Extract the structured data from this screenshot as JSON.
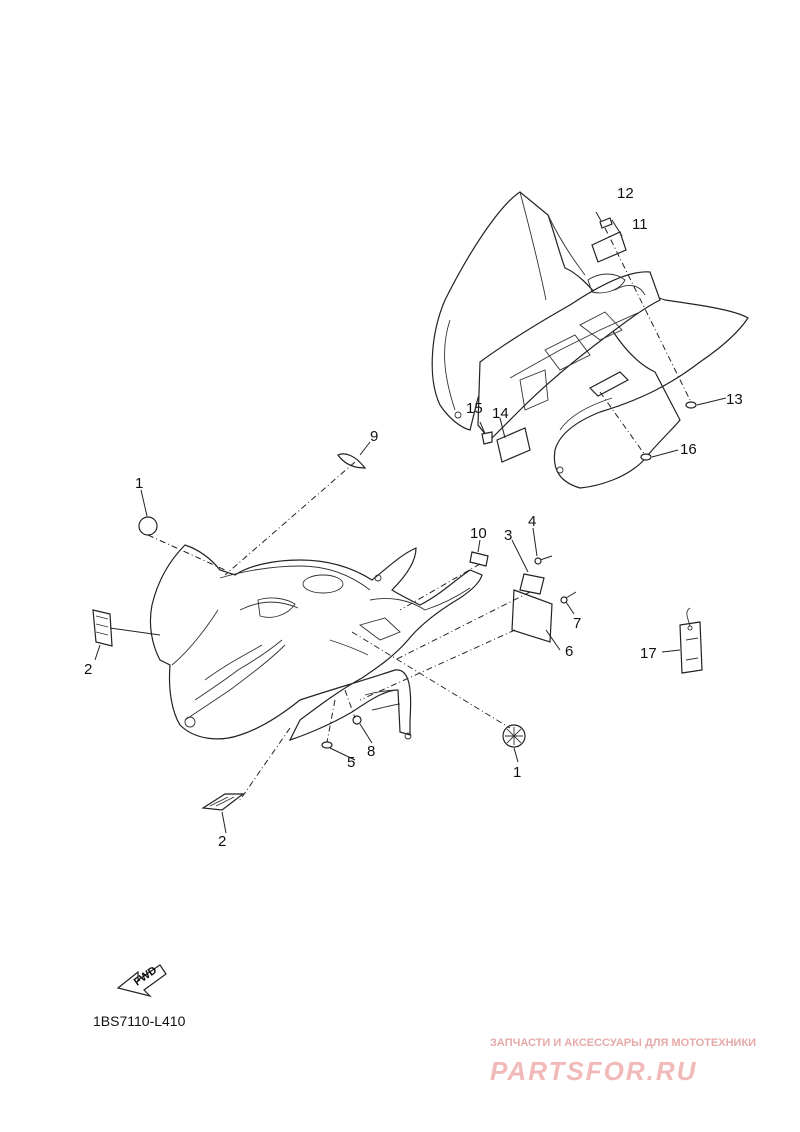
{
  "diagram_code": "1BS7110-L410",
  "fwd_label": "FWD",
  "watermark": {
    "tagline": "ЗАПЧАСТИ И АКСЕССУАРЫ ДЛЯ МОТОТЕХНИКИ",
    "logo": "PARTSFOR.RU"
  },
  "callouts": [
    "1",
    "1",
    "2",
    "2",
    "3",
    "4",
    "5",
    "6",
    "7",
    "8",
    "9",
    "10",
    "11",
    "12",
    "13",
    "14",
    "15",
    "16",
    "17"
  ],
  "colors": {
    "line": "#222222",
    "watermark": "#f2b9b9"
  }
}
